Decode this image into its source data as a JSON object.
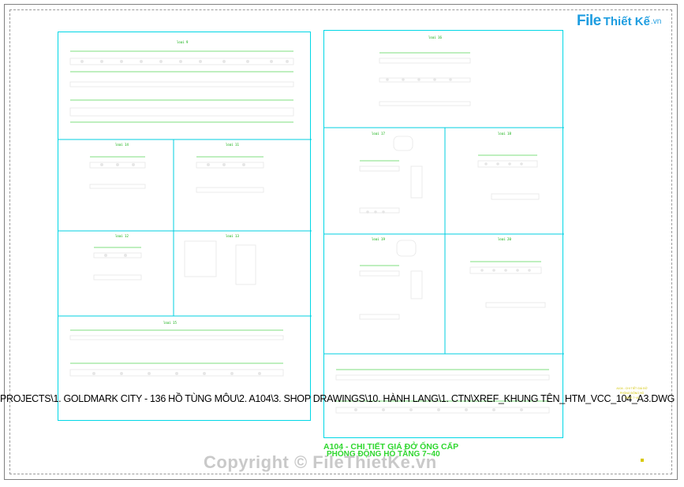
{
  "path_text": "PROJECTS\\1. GOLDMARK CITY - 136 HỒ TÙNG MÔU\\2. A104\\3. SHOP DRAWINGS\\10. HÀNH LANG\\1. CTN\\XREF_KHUNG TÊN_HTM_VCC_104_A3.DWG",
  "title": {
    "line1": "A104 - CHI TIẾT GIÁ ĐỞ ỐNG CẤP",
    "line2": "PHÒNG ĐỘNG HÓ TẦNG 7~40"
  },
  "watermark": "Copyright © FileThietKe.vn",
  "logo": {
    "file": "File",
    "rest": "Thiết Kế",
    "vn": ".vn"
  },
  "stamp": {
    "l1": "A104 - CHI TIẾT GIÁ ĐỞ",
    "l2": "PHÒNG ĐỘNG HÓ",
    "l3": "TẦNG 7~40"
  },
  "cells": {
    "c1": "loai 9",
    "c2": "loai 14",
    "c3": "loai 11",
    "c4": "loai 12",
    "c5": "loai 13",
    "c6": "loai 15",
    "c7": "loai 16",
    "c8": "loai 17",
    "c9": "loai 18",
    "c10": "loai 19",
    "c11": "loai 20"
  }
}
